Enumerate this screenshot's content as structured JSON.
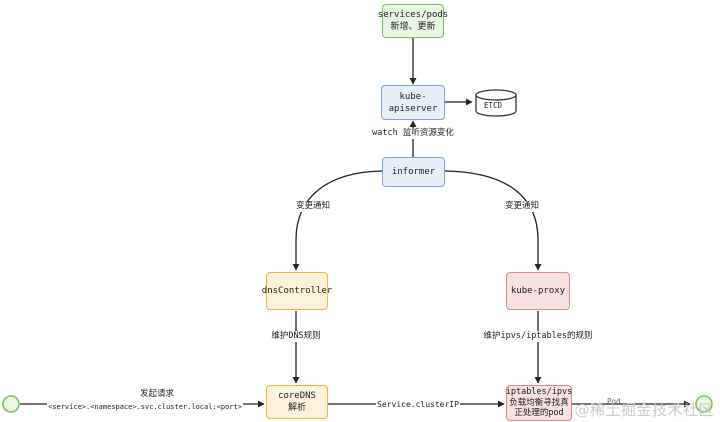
{
  "nodes": {
    "services_pods": {
      "line1": "services/pods",
      "line2": "新增、更新"
    },
    "kube_apiserver": "kube-apiserver",
    "etcd": "ETCD",
    "informer": "informer",
    "dns_controller": "dnsController",
    "kube_proxy": "kube-proxy",
    "coredns": {
      "line1": "coreDNS",
      "line2": "解析"
    },
    "iptables": {
      "line1": "iptables/ipvs",
      "line2": "负载均衡寻找真",
      "line3": "正处理的pod"
    },
    "pod_end": "Pod"
  },
  "labels": {
    "watch": "watch 监听资源变化",
    "notify_left": "变更通知",
    "notify_right": "变更通知",
    "maintain_dns": "维护DNS规则",
    "maintain_ipvs": "维护ipvs/iptables的规则",
    "request_title": "发起请求",
    "request_url": "<service>.<namespace>.svc.cluster.local:<port>",
    "cluster_ip": "Service.clusterIP"
  },
  "watermark": "@稀土掘金技术社区",
  "colors": {
    "green": "#78c05a",
    "blue": "#7ea1d6",
    "orange": "#f1b43b",
    "pink": "#d98b8b"
  }
}
